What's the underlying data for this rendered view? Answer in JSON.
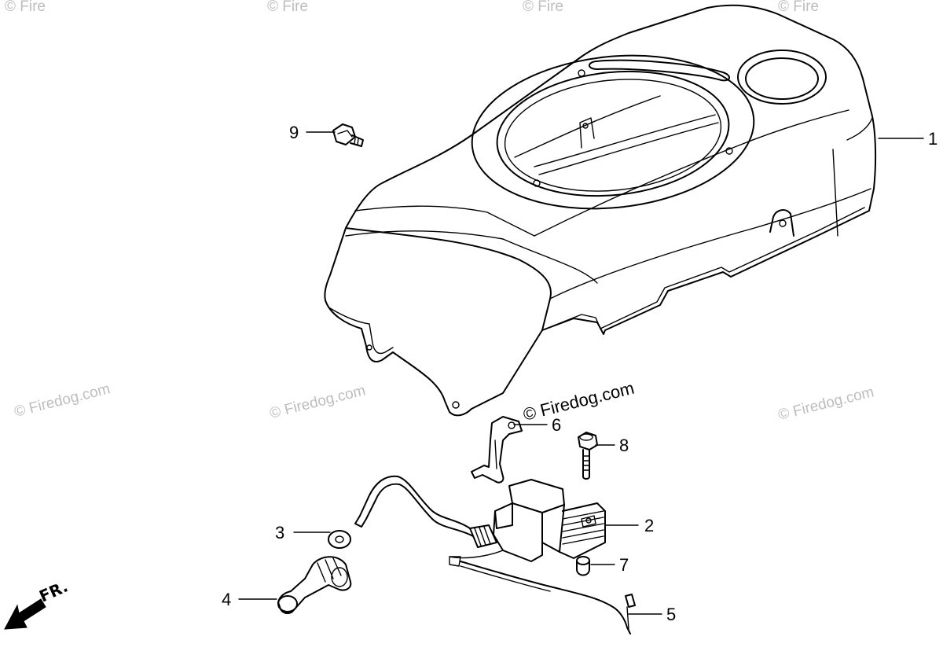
{
  "watermark": "© Firedog.com",
  "watermark_top": "© Fire",
  "direction_label": "FR.",
  "callouts": [
    {
      "id": "1"
    },
    {
      "id": "2"
    },
    {
      "id": "3"
    },
    {
      "id": "4"
    },
    {
      "id": "5"
    },
    {
      "id": "6"
    },
    {
      "id": "7"
    },
    {
      "id": "8"
    },
    {
      "id": "9"
    }
  ]
}
